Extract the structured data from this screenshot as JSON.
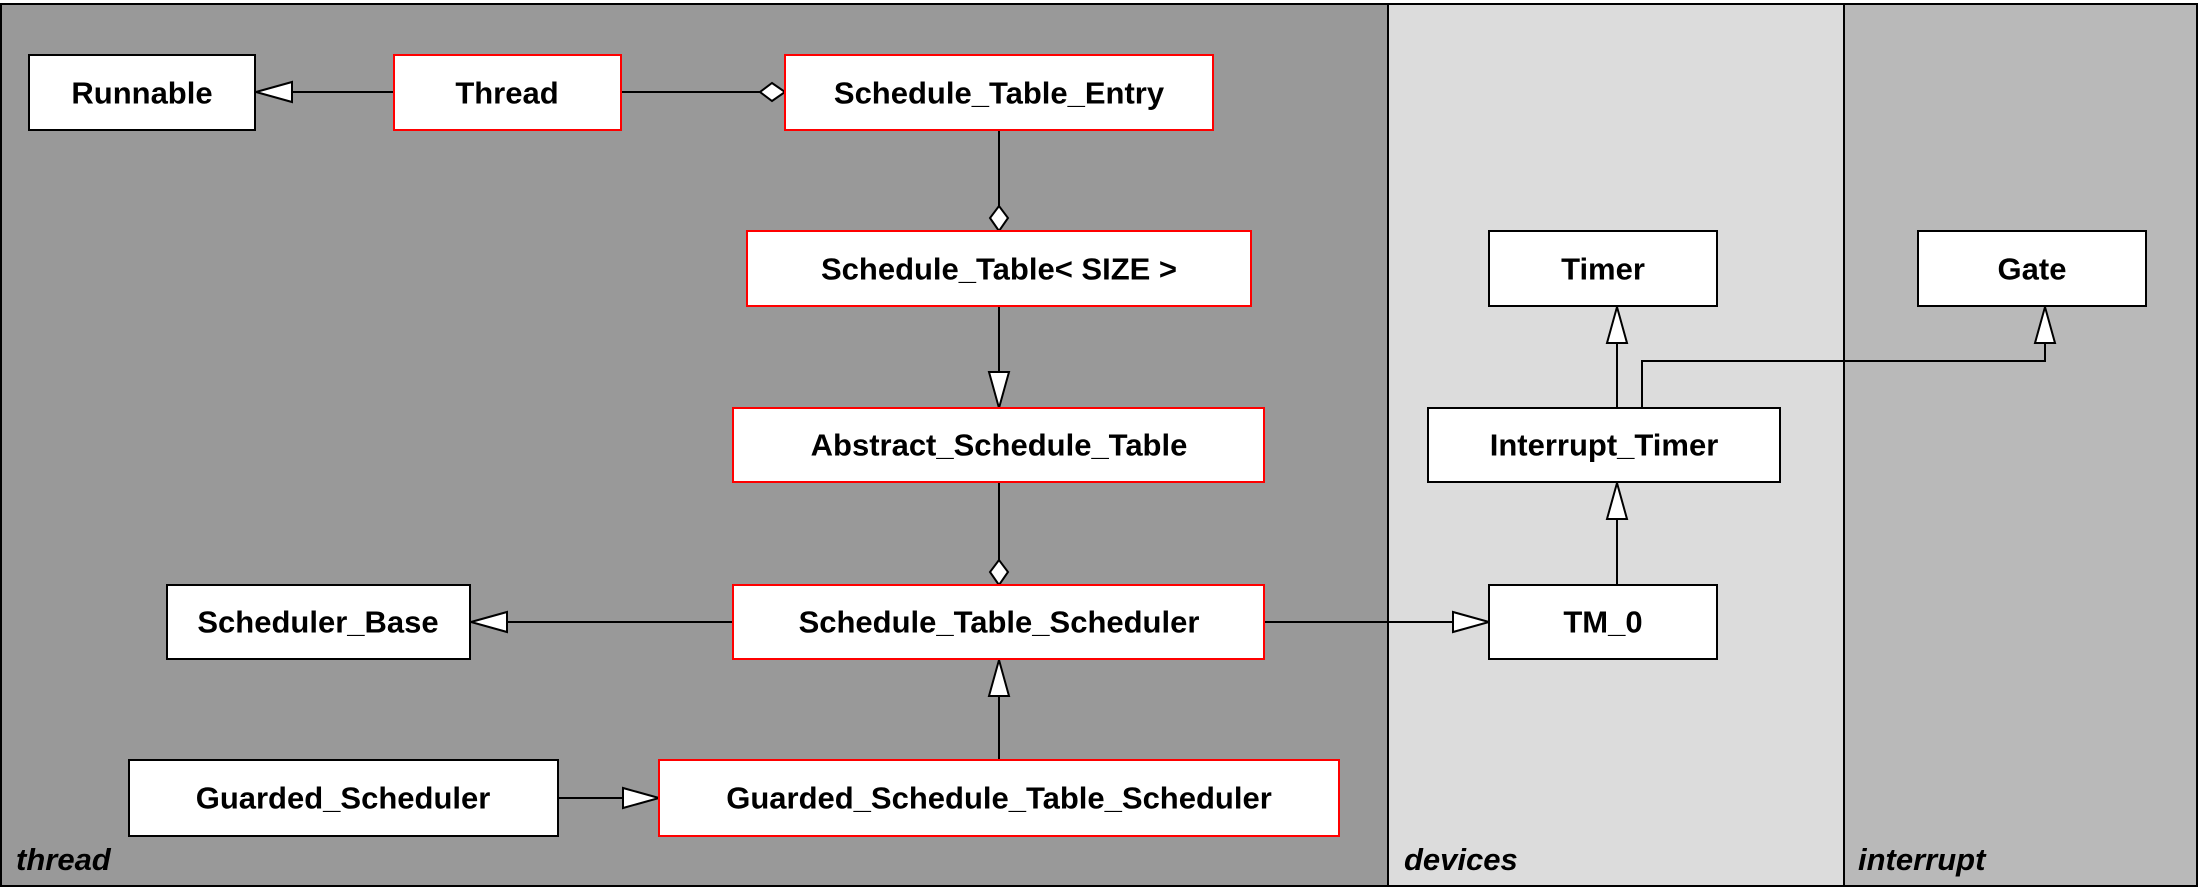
{
  "packages": [
    {
      "label": "thread",
      "color": "#999999"
    },
    {
      "label": "devices",
      "color": "#dcdcdc"
    },
    {
      "label": "interrupt",
      "color": "#b9b9b9"
    }
  ],
  "classes": {
    "runnable": "Runnable",
    "thread": "Thread",
    "schedule_table_entry": "Schedule_Table_Entry",
    "schedule_table": "Schedule_Table< SIZE >",
    "abstract_schedule_table": "Abstract_Schedule_Table",
    "schedule_table_scheduler": "Schedule_Table_Scheduler",
    "scheduler_base": "Scheduler_Base",
    "guarded_scheduler": "Guarded_Scheduler",
    "guarded_schedule_table_scheduler": "Guarded_Schedule_Table_Scheduler",
    "timer": "Timer",
    "interrupt_timer": "Interrupt_Timer",
    "tm_0": "TM_0",
    "gate": "Gate"
  },
  "highlight_color": "#ff0000",
  "relations": [
    {
      "from": "Thread",
      "to": "Runnable",
      "type": "generalization"
    },
    {
      "from": "Thread",
      "to": "Schedule_Table_Entry",
      "type": "aggregation"
    },
    {
      "from": "Schedule_Table_Entry",
      "to": "Schedule_Table< SIZE >",
      "type": "aggregation"
    },
    {
      "from": "Schedule_Table< SIZE >",
      "to": "Abstract_Schedule_Table",
      "type": "generalization"
    },
    {
      "from": "Abstract_Schedule_Table",
      "to": "Schedule_Table_Scheduler",
      "type": "aggregation"
    },
    {
      "from": "Schedule_Table_Scheduler",
      "to": "Scheduler_Base",
      "type": "generalization"
    },
    {
      "from": "Guarded_Schedule_Table_Scheduler",
      "to": "Schedule_Table_Scheduler",
      "type": "generalization"
    },
    {
      "from": "Guarded_Scheduler",
      "to": "Guarded_Schedule_Table_Scheduler",
      "type": "generalization"
    },
    {
      "from": "Schedule_Table_Scheduler",
      "to": "TM_0",
      "type": "generalization"
    },
    {
      "from": "TM_0",
      "to": "Interrupt_Timer",
      "type": "generalization"
    },
    {
      "from": "Interrupt_Timer",
      "to": "Timer",
      "type": "generalization"
    },
    {
      "from": "Interrupt_Timer",
      "to": "Gate",
      "type": "generalization"
    }
  ]
}
